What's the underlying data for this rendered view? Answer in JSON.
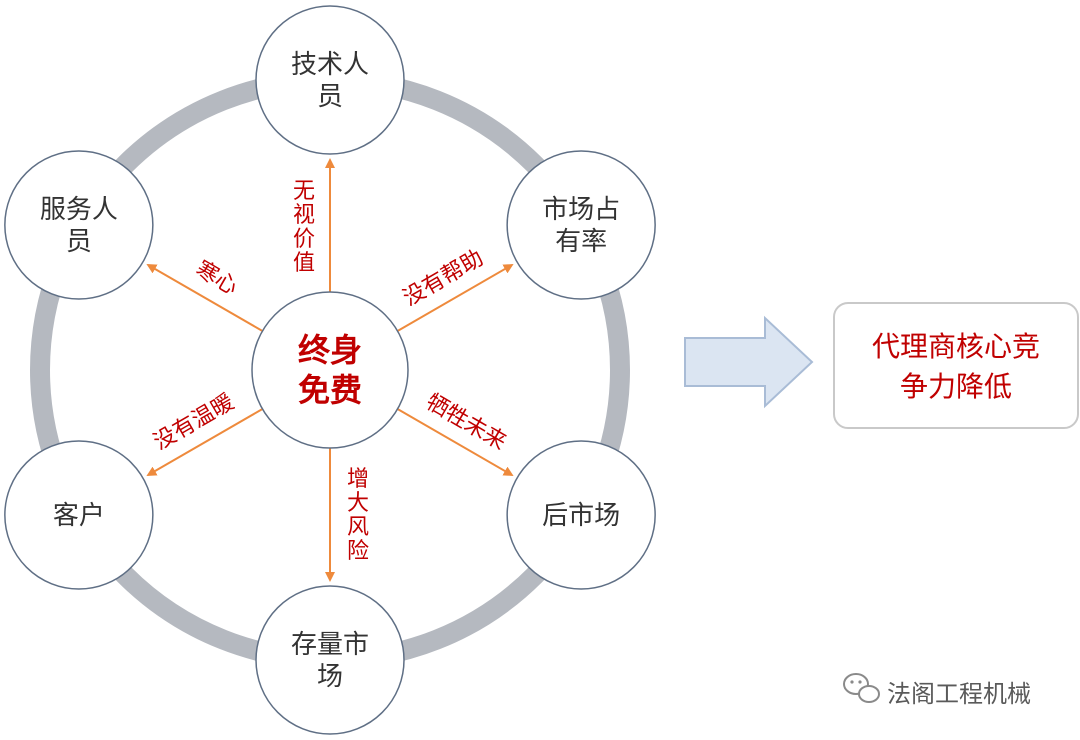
{
  "center": {
    "lines": [
      "终身",
      "免费"
    ]
  },
  "nodes": [
    {
      "id": "tech-staff",
      "lines": [
        "技术人",
        "员"
      ]
    },
    {
      "id": "market-share",
      "lines": [
        "市场占",
        "有率"
      ]
    },
    {
      "id": "aftermarket",
      "lines": [
        "后市场"
      ]
    },
    {
      "id": "existing-market",
      "lines": [
        "存量市",
        "场"
      ]
    },
    {
      "id": "customer",
      "lines": [
        "客户"
      ]
    },
    {
      "id": "service-staff",
      "lines": [
        "服务人",
        "员"
      ]
    }
  ],
  "edges": [
    {
      "to": "tech-staff",
      "label": "无视价值",
      "vertical": true
    },
    {
      "to": "market-share",
      "label": "没有帮助"
    },
    {
      "to": "aftermarket",
      "label": "牺牲未来"
    },
    {
      "to": "existing-market",
      "label": "增大风险",
      "vertical": true
    },
    {
      "to": "customer",
      "label": "没有温暖"
    },
    {
      "to": "service-staff",
      "label": "寒心"
    }
  ],
  "result": {
    "lines": [
      "代理商核心竞",
      "争力降低"
    ]
  },
  "watermark": {
    "text": "法阁工程机械",
    "icon": "wechat-icon"
  },
  "colors": {
    "ring": "#b5b9c0",
    "node_stroke": "#5f6f85",
    "arrow": "#ee8a3c",
    "label": "#c00000",
    "big_arrow_fill": "#dbe5f2",
    "big_arrow_stroke": "#a9bcd6",
    "result_border": "#c9c9c9"
  }
}
